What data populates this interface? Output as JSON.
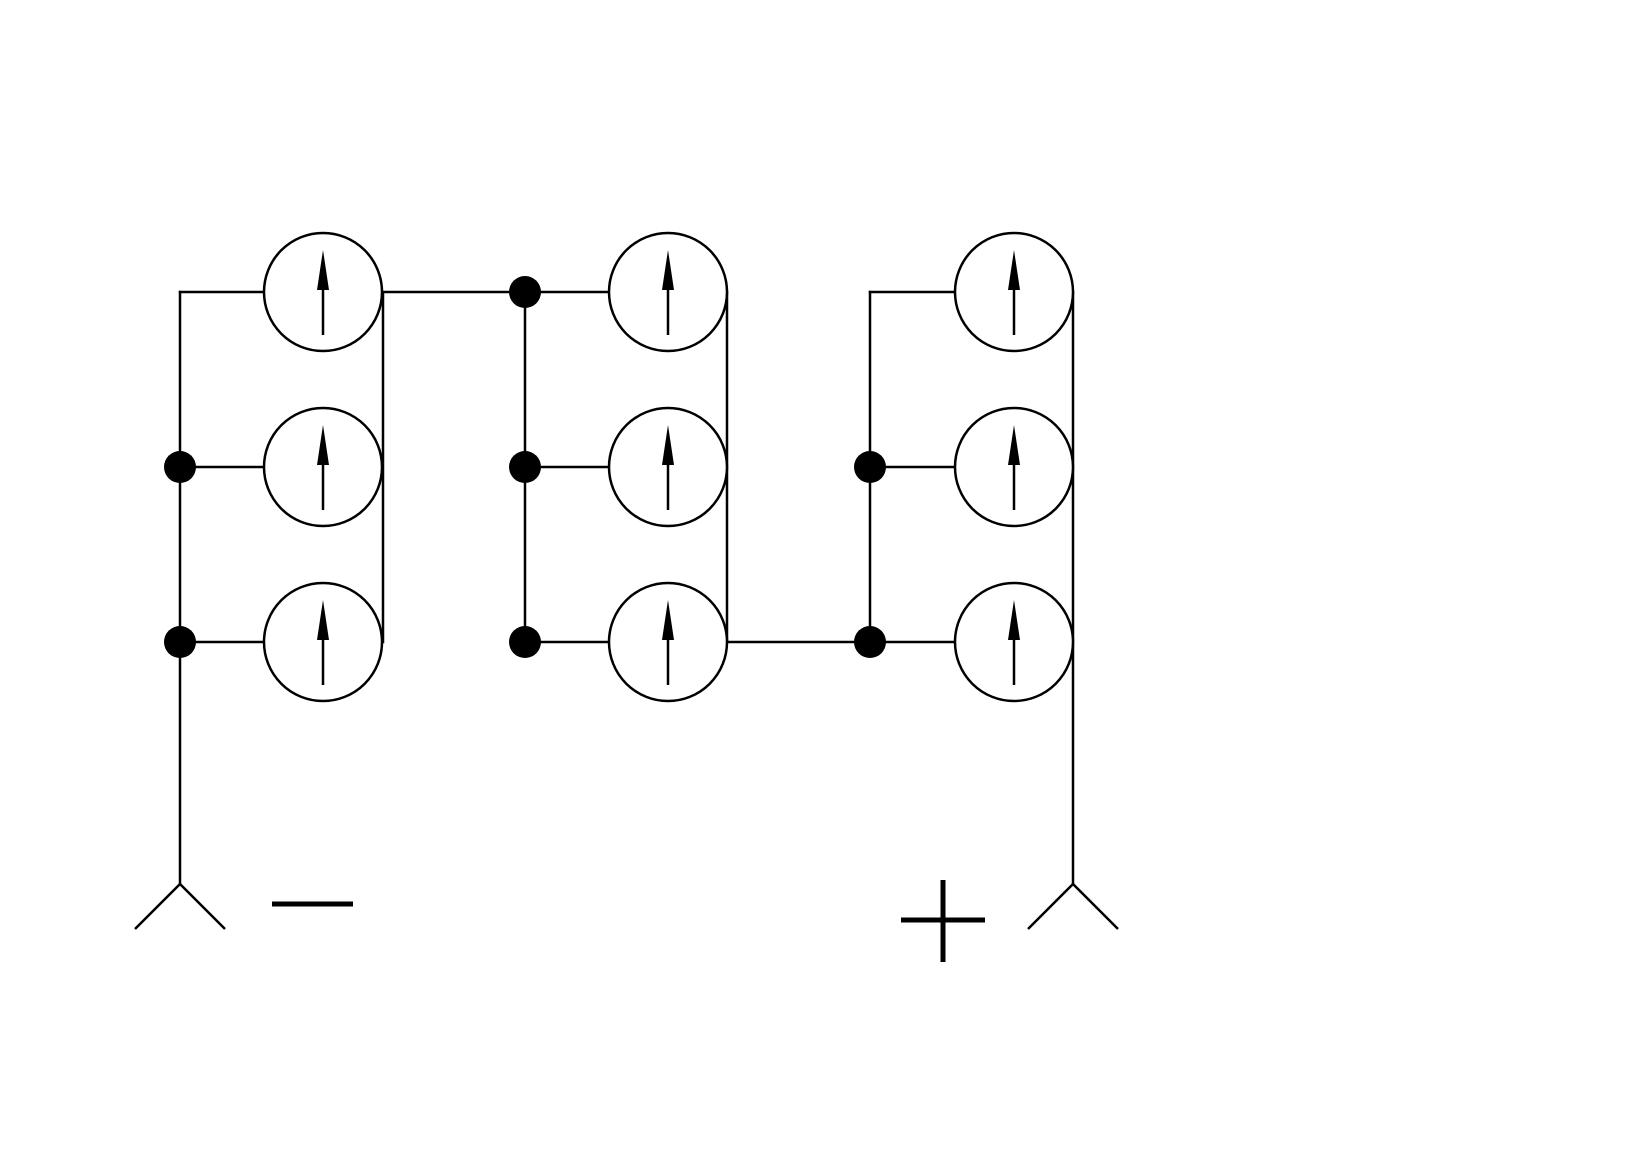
{
  "diagram": {
    "groups": [
      {
        "id": "group-1",
        "cells": [
          "cell-1-top",
          "cell-1-middle",
          "cell-1-bottom"
        ],
        "connection": "parallel"
      },
      {
        "id": "group-2",
        "cells": [
          "cell-2-top",
          "cell-2-middle",
          "cell-2-bottom"
        ],
        "connection": "parallel"
      },
      {
        "id": "group-3",
        "cells": [
          "cell-3-top",
          "cell-3-middle",
          "cell-3-bottom"
        ],
        "connection": "parallel"
      }
    ],
    "group_connection": "series",
    "cell_icon": "arrow-up-circle-icon",
    "negative_terminal": {
      "icon": "terminal-fork-icon",
      "sign": "minus-sign-icon"
    },
    "positive_terminal": {
      "icon": "terminal-fork-icon",
      "sign": "plus-sign-icon"
    },
    "colors": {
      "stroke": "#000000",
      "background": "#ffffff"
    }
  }
}
